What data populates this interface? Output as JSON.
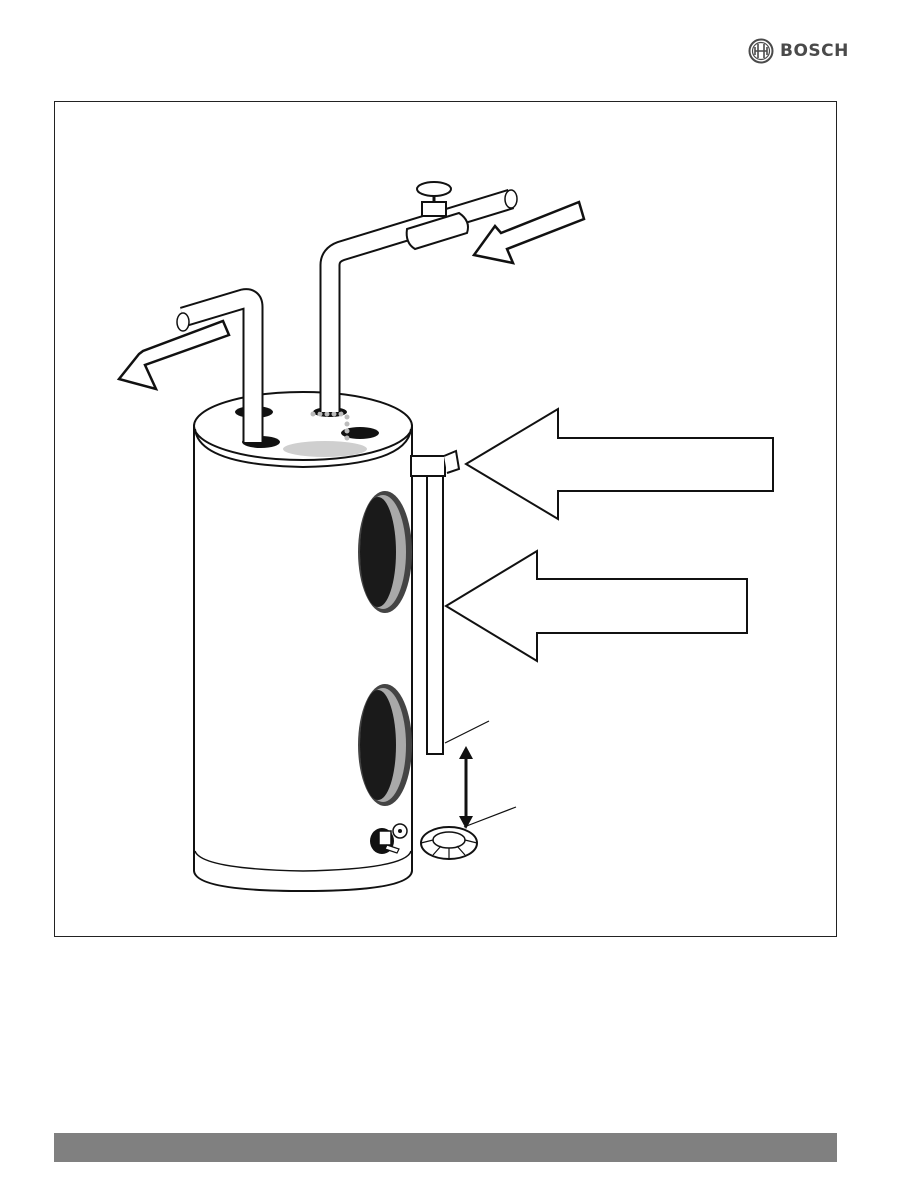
{
  "header": {
    "brand": "BOSCH",
    "logo_icon": "bosch-armature-logo"
  },
  "figure": {
    "subject": "hot-water-cylinder-with-pipework",
    "icons": [
      "hot-water-outlet-arrow-icon",
      "cold-water-inlet-arrow-icon",
      "valve-pointer-arrow-icon",
      "pipe-pointer-arrow-icon",
      "vertical-double-arrow-icon"
    ]
  },
  "colors": {
    "frame_border": "#222222",
    "footer_bar": "#808080",
    "brand_text": "#4a4a4a"
  }
}
